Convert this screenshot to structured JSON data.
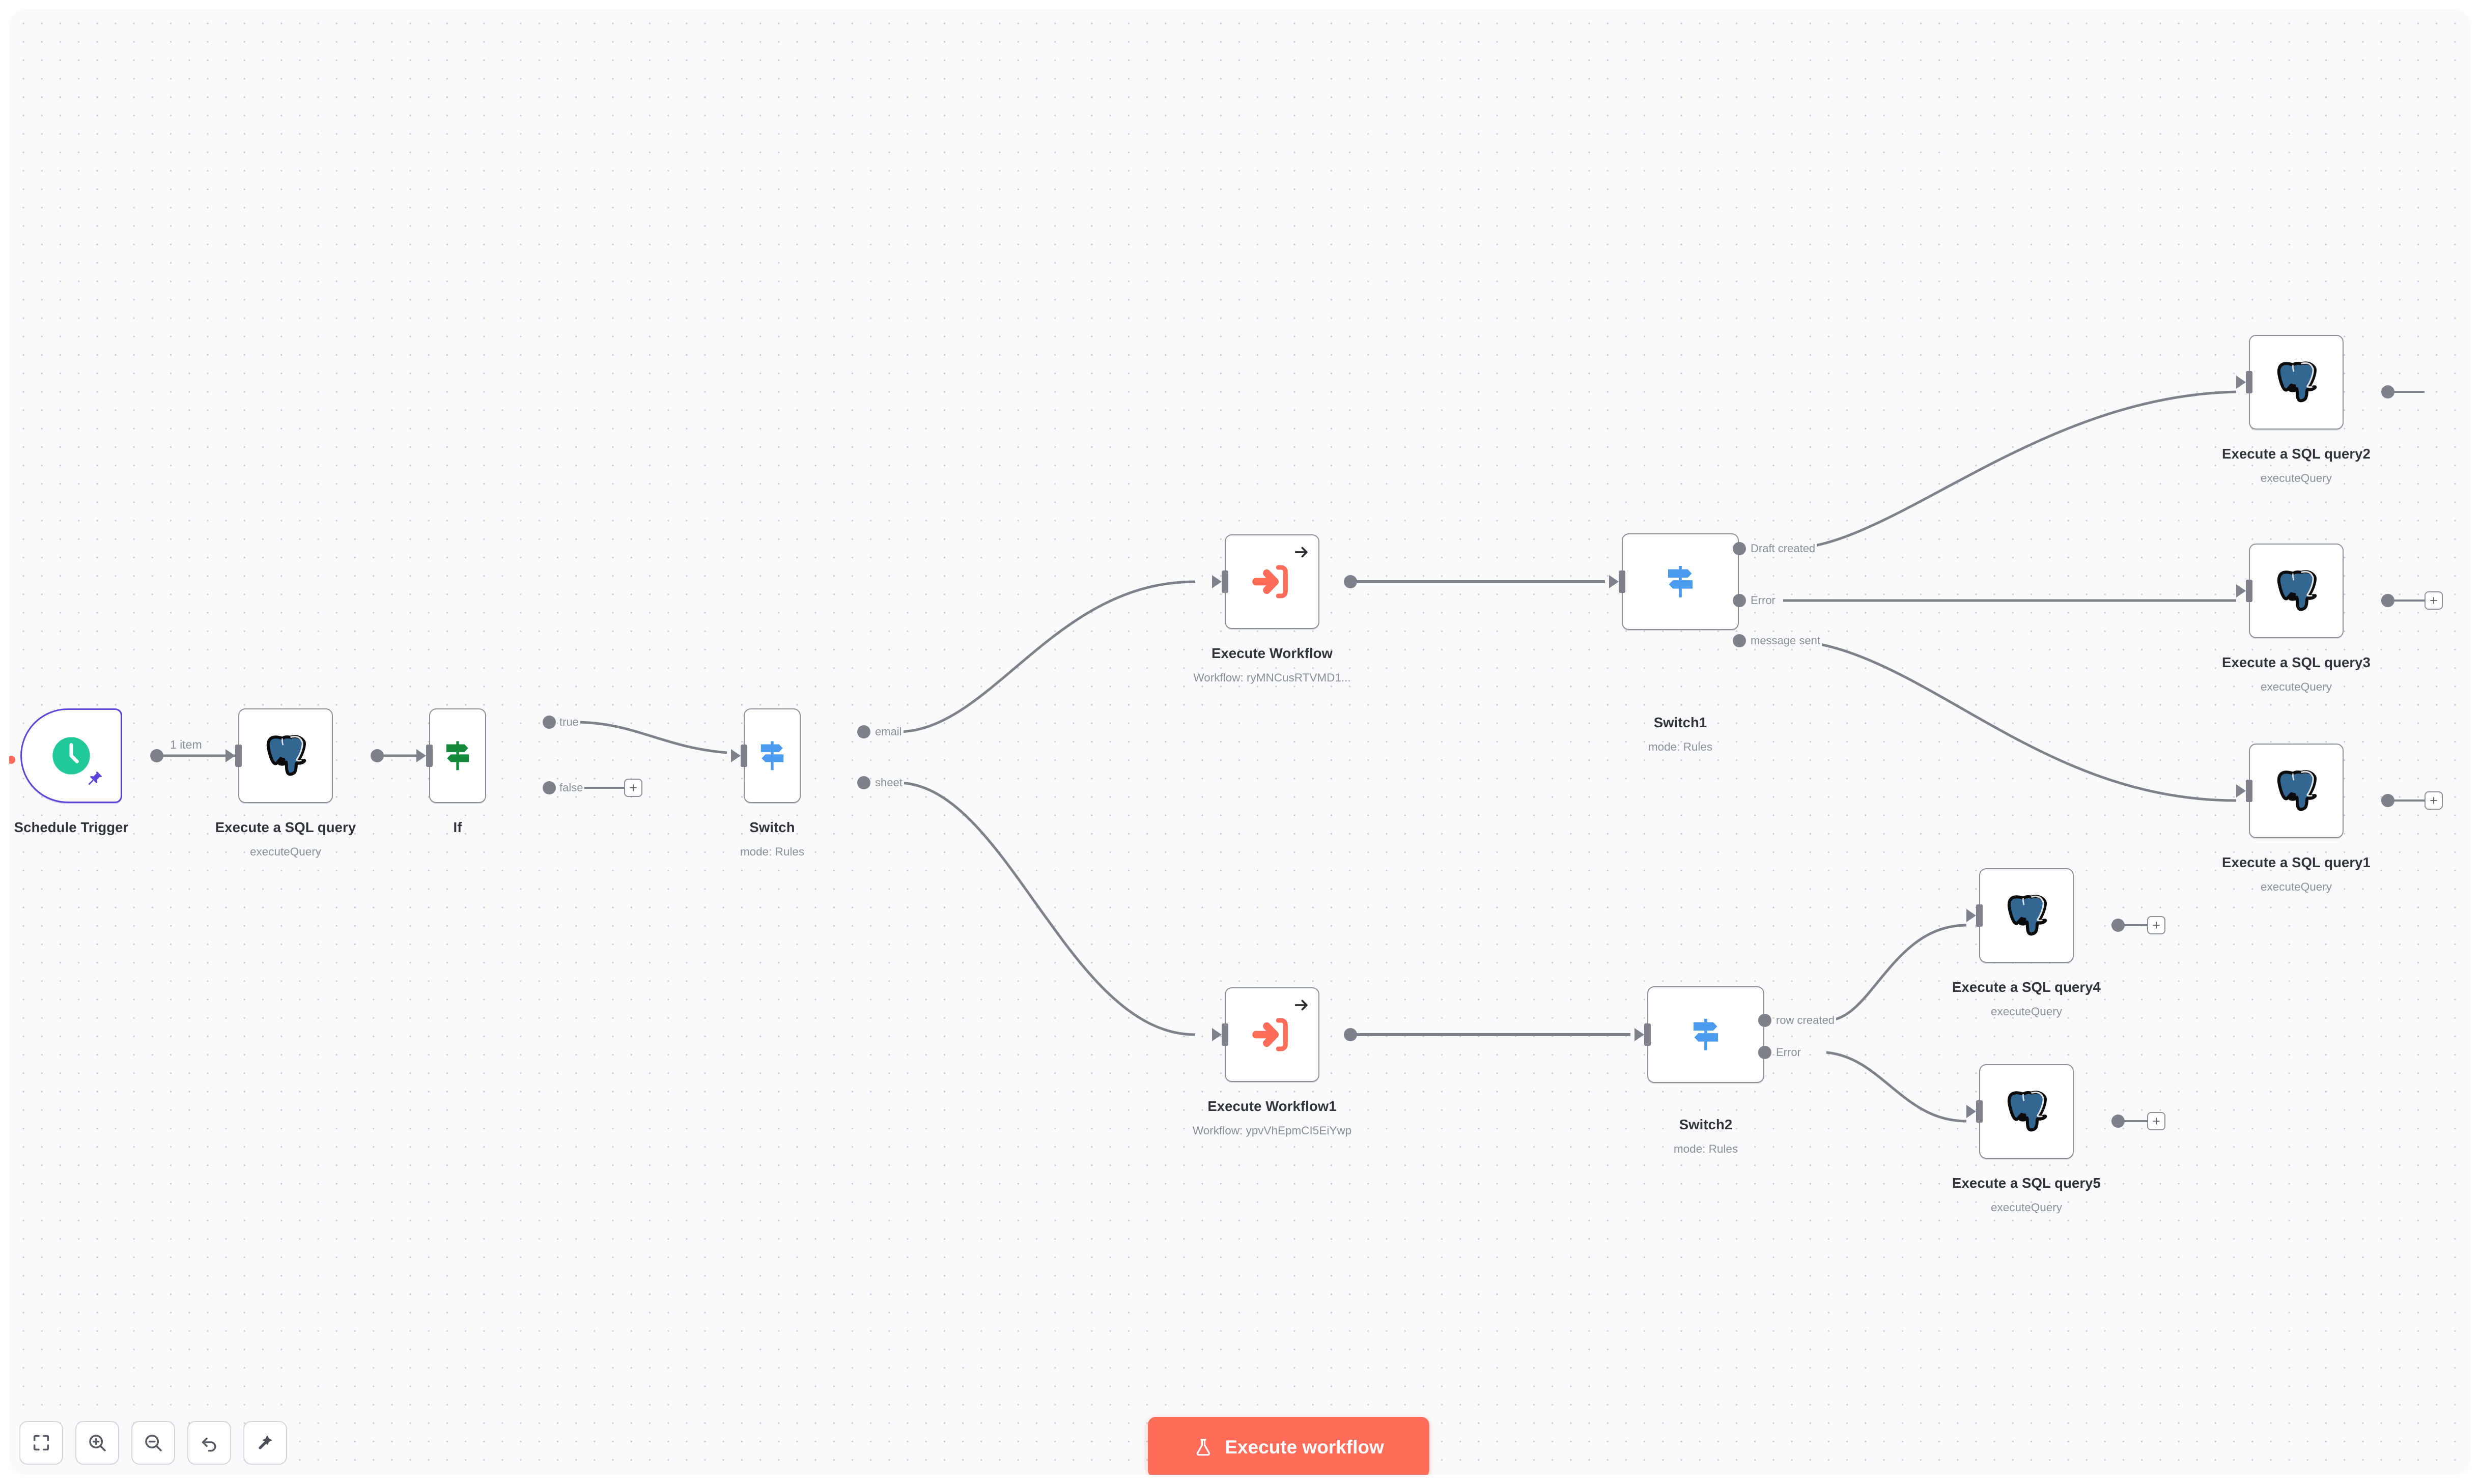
{
  "app": {
    "name": "n8n-workflow-canvas"
  },
  "canvas": {
    "background_color": "#f9fafb",
    "grid": "dotted"
  },
  "nodes": [
    {
      "id": "schedule-trigger",
      "name": "Schedule Trigger",
      "subtitle": "",
      "icon": "clock-icon",
      "type": "trigger",
      "pinned": true
    },
    {
      "id": "execute-sql-query",
      "name": "Execute a SQL query",
      "subtitle": "executeQuery",
      "icon": "postgres-icon",
      "type": "postgres"
    },
    {
      "id": "if",
      "name": "If",
      "subtitle": "",
      "icon": "signpost-green-icon",
      "type": "if"
    },
    {
      "id": "switch",
      "name": "Switch",
      "subtitle": "mode: Rules",
      "icon": "signpost-blue-icon",
      "type": "switch"
    },
    {
      "id": "execute-workflow",
      "name": "Execute Workflow",
      "subtitle": "Workflow: ryMNCusRTVMD1...",
      "icon": "execute-workflow-icon",
      "type": "subworkflow"
    },
    {
      "id": "execute-workflow1",
      "name": "Execute Workflow1",
      "subtitle": "Workflow: ypvVhEpmCI5EiYwp",
      "icon": "execute-workflow-icon",
      "type": "subworkflow"
    },
    {
      "id": "switch1",
      "name": "Switch1",
      "subtitle": "mode: Rules",
      "icon": "signpost-blue-icon",
      "type": "switch"
    },
    {
      "id": "switch2",
      "name": "Switch2",
      "subtitle": "mode: Rules",
      "icon": "signpost-blue-icon",
      "type": "switch"
    },
    {
      "id": "execute-sql-query1",
      "name": "Execute a SQL query1",
      "subtitle": "executeQuery",
      "icon": "postgres-icon",
      "type": "postgres"
    },
    {
      "id": "execute-sql-query2",
      "name": "Execute a SQL query2",
      "subtitle": "executeQuery",
      "icon": "postgres-icon",
      "type": "postgres"
    },
    {
      "id": "execute-sql-query3",
      "name": "Execute a SQL query3",
      "subtitle": "executeQuery",
      "icon": "postgres-icon",
      "type": "postgres"
    },
    {
      "id": "execute-sql-query4",
      "name": "Execute a SQL query4",
      "subtitle": "executeQuery",
      "icon": "postgres-icon",
      "type": "postgres"
    },
    {
      "id": "execute-sql-query5",
      "name": "Execute a SQL query5",
      "subtitle": "executeQuery",
      "icon": "postgres-icon",
      "type": "postgres"
    }
  ],
  "edge_labels": {
    "item_count": "1 item",
    "if_true": "true",
    "if_false": "false",
    "switch_email": "email",
    "switch_sheet": "sheet",
    "switch1_draft_created": "Draft created",
    "switch1_error": "Error",
    "switch1_message_sent": "message sent",
    "switch2_row_created": "row created",
    "switch2_error": "Error"
  },
  "plus_buttons": {
    "label": "+"
  },
  "toolbar": {
    "buttons": [
      {
        "id": "zoom-to-fit",
        "icon": "fit-screen-icon",
        "label": "Zoom to fit"
      },
      {
        "id": "zoom-in",
        "icon": "zoom-in-icon",
        "label": "Zoom in"
      },
      {
        "id": "zoom-out",
        "icon": "zoom-out-icon",
        "label": "Zoom out"
      },
      {
        "id": "reset-zoom",
        "icon": "undo-icon",
        "label": "Reset zoom"
      },
      {
        "id": "tidy-up",
        "icon": "magic-wand-icon",
        "label": "Tidy up"
      }
    ]
  },
  "execute_button": {
    "label": "Execute workflow",
    "icon": "flask-icon",
    "color": "#ff6d5a"
  },
  "colors": {
    "canvas_bg": "#f9fafb",
    "node_border": "#8b8f96",
    "trigger_border": "#5b42d9",
    "clock_green": "#20c997",
    "postgres_blue": "#336791",
    "if_green": "#14893b",
    "switch_blue": "#4a9bf0",
    "subworkflow_red": "#ff6d5a",
    "label_gray": "#8a8f99",
    "caption_dark": "#30333a"
  }
}
